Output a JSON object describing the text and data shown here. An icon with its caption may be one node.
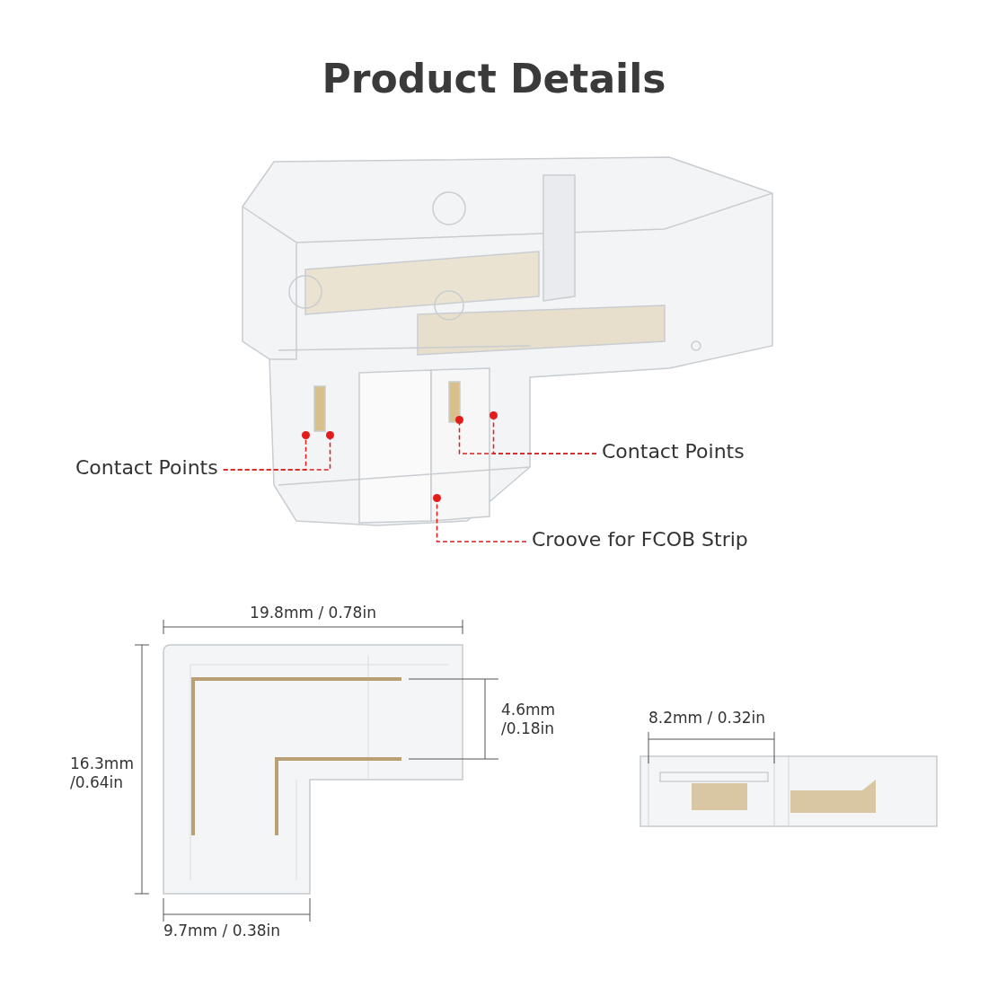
{
  "diagram": {
    "title": "Product Details",
    "nodes": [
      {
        "text": [
          "Contact Points"
        ]
      },
      {
        "text": [],
        "shape": "circle"
      },
      {
        "text": [],
        "shape": "circle"
      },
      {
        "text": [
          "Contact Points"
        ]
      },
      {
        "text": [],
        "shape": "circle"
      },
      {
        "text": [],
        "shape": "circle"
      },
      {
        "text": [
          "Croove for FCOB Strip"
        ]
      },
      {
        "text": [],
        "shape": "circle"
      }
    ],
    "edges": [
      {
        "from": 0,
        "to": 1,
        "arrow": "none",
        "style": "dashed"
      },
      {
        "from": 0,
        "to": 2,
        "arrow": "none",
        "style": "dashed"
      },
      {
        "from": 3,
        "to": 4,
        "arrow": "none",
        "style": "dashed"
      },
      {
        "from": 3,
        "to": 5,
        "arrow": "none",
        "style": "dashed"
      },
      {
        "from": 6,
        "to": 7,
        "arrow": "none",
        "style": "dashed"
      }
    ],
    "labels": [
      "19.8mm / 0.78in",
      "4.6mm /0.18in",
      "16.3mm /0.64in",
      "9.7mm / 0.38in",
      "8.2mm / 0.32in"
    ]
  }
}
